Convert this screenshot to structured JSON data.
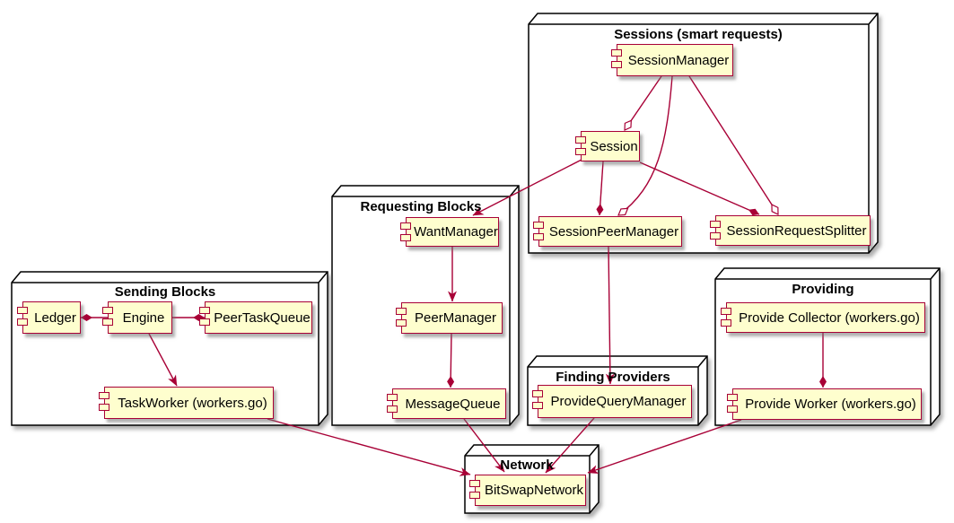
{
  "diagram": {
    "type": "uml-component-diagram",
    "colors": {
      "background": "#FFFFFF",
      "component_fill": "#FEFECE",
      "accent": "#A80036",
      "package_border": "#000000",
      "text": "#000000"
    },
    "packages": {
      "sessions": {
        "label": "Sessions (smart requests)",
        "components": [
          "SessionManager",
          "Session",
          "SessionPeerManager",
          "SessionRequestSplitter"
        ]
      },
      "requesting": {
        "label": "Requesting Blocks",
        "components": [
          "WantManager",
          "PeerManager",
          "MessageQueue"
        ]
      },
      "sending": {
        "label": "Sending Blocks",
        "components": [
          "Ledger",
          "Engine",
          "PeerTaskQueue",
          "TaskWorker (workers.go)"
        ]
      },
      "finding": {
        "label": "Finding Providers",
        "components": [
          "ProvideQueryManager"
        ]
      },
      "providing": {
        "label": "Providing",
        "components": [
          "Provide Collector (workers.go)",
          "Provide Worker (workers.go)"
        ]
      },
      "network": {
        "label": "Network",
        "components": [
          "BitSwapNetwork"
        ]
      }
    },
    "components": {
      "session_manager": {
        "label": "SessionManager"
      },
      "session": {
        "label": "Session"
      },
      "session_peer_manager": {
        "label": "SessionPeerManager"
      },
      "session_request_splitter": {
        "label": "SessionRequestSplitter"
      },
      "want_manager": {
        "label": "WantManager"
      },
      "peer_manager": {
        "label": "PeerManager"
      },
      "message_queue": {
        "label": "MessageQueue"
      },
      "ledger": {
        "label": "Ledger"
      },
      "engine": {
        "label": "Engine"
      },
      "peer_task_queue": {
        "label": "PeerTaskQueue"
      },
      "task_worker": {
        "label": "TaskWorker (workers.go)"
      },
      "provide_query_manager": {
        "label": "ProvideQueryManager"
      },
      "provide_collector": {
        "label": "Provide Collector (workers.go)"
      },
      "provide_worker": {
        "label": "Provide Worker (workers.go)"
      },
      "bitswap_network": {
        "label": "BitSwapNetwork"
      }
    },
    "edges": [
      {
        "from": "SessionManager",
        "to": "Session",
        "type": "open-diamond"
      },
      {
        "from": "SessionManager",
        "to": "SessionPeerManager",
        "type": "open-diamond"
      },
      {
        "from": "SessionManager",
        "to": "SessionRequestSplitter",
        "type": "open-diamond"
      },
      {
        "from": "Session",
        "to": "SessionPeerManager",
        "type": "filled-diamond"
      },
      {
        "from": "Session",
        "to": "SessionRequestSplitter",
        "type": "filled-diamond"
      },
      {
        "from": "Session",
        "to": "WantManager",
        "type": "arrow"
      },
      {
        "from": "WantManager",
        "to": "PeerManager",
        "type": "arrow"
      },
      {
        "from": "PeerManager",
        "to": "MessageQueue",
        "type": "filled-diamond"
      },
      {
        "from": "Engine",
        "to": "Ledger",
        "type": "filled-diamond"
      },
      {
        "from": "Engine",
        "to": "PeerTaskQueue",
        "type": "filled-diamond"
      },
      {
        "from": "Engine",
        "to": "TaskWorker (workers.go)",
        "type": "arrow"
      },
      {
        "from": "SessionPeerManager",
        "to": "ProvideQueryManager",
        "type": "arrow"
      },
      {
        "from": "Provide Collector (workers.go)",
        "to": "Provide Worker (workers.go)",
        "type": "filled-diamond"
      },
      {
        "from": "TaskWorker (workers.go)",
        "to": "BitSwapNetwork",
        "type": "arrow"
      },
      {
        "from": "MessageQueue",
        "to": "BitSwapNetwork",
        "type": "arrow"
      },
      {
        "from": "ProvideQueryManager",
        "to": "BitSwapNetwork",
        "type": "arrow"
      },
      {
        "from": "Provide Worker (workers.go)",
        "to": "BitSwapNetwork",
        "type": "arrow"
      }
    ]
  }
}
